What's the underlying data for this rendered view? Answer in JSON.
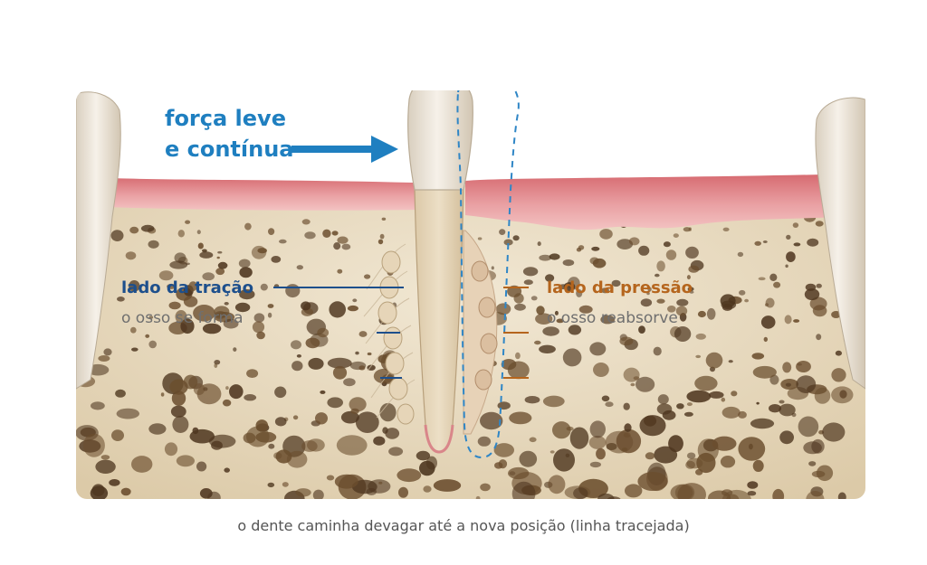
{
  "labels": {
    "force_line1": "força leve",
    "force_line2": "e contínua",
    "tension_title": "lado da tração",
    "tension_subtitle": "o osso se forma",
    "pressure_title": "lado da pressão",
    "pressure_subtitle": "o osso reabsorve",
    "caption": "o dente caminha devagar até a nova posição (linha tracejada)"
  },
  "colors": {
    "force_blue": "#1f7fc0",
    "tension_blue": "#1d4f8c",
    "pressure_orange": "#b5651d",
    "subtitle_gray": "#6f6f6f",
    "caption_gray": "#555555",
    "gum_pink": "#e2868a",
    "bone_beige": "#e9dcc3",
    "tooth_ivory": "#efe7da"
  },
  "icons": [
    "force-arrow-icon",
    "dashed-outline-icon"
  ]
}
